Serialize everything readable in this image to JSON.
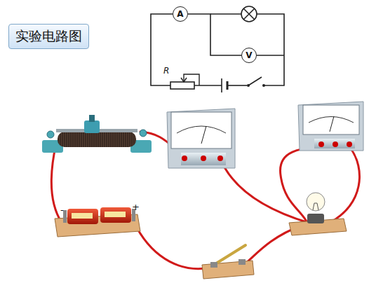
{
  "diagram": {
    "title": "实验电路图",
    "nodes": [
      {
        "text": [
          "A"
        ]
      },
      {
        "text": [
          "V"
        ]
      }
    ],
    "edges": [
      {
        "from": 0,
        "to": 1,
        "arrow": "none"
      }
    ],
    "labels": [
      "R",
      "-",
      "+"
    ]
  }
}
